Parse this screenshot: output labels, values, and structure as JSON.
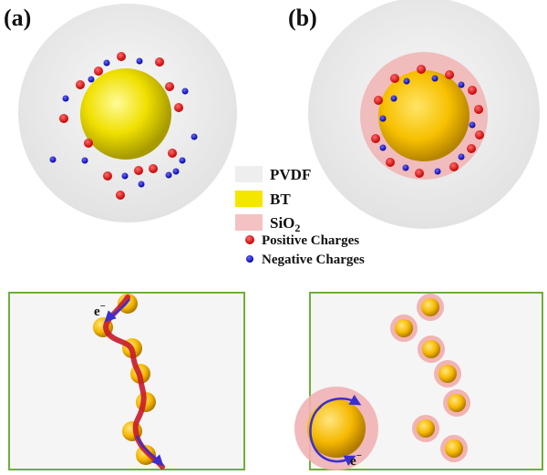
{
  "panels": {
    "a_label": "(a)",
    "b_label": "(b)"
  },
  "legend": {
    "pvdf": "PVDF",
    "bt": "BT",
    "sio2_base": "SiO",
    "sio2_sub": "2",
    "positive": "Positive Charges",
    "negative": "Negative Charges"
  },
  "electron": {
    "symbol": "e",
    "sign": "−"
  },
  "colors": {
    "pvdf": "#e9e9e9",
    "bt": "#f2e000",
    "bt_core": "#f7c400",
    "sio2": "#f1b8b8",
    "positive_charge": "#e01010",
    "negative_charge": "#1010d0",
    "panel_border": "#6fae3a",
    "path": "#c81a2a",
    "arrow": "#3b2fd0"
  }
}
